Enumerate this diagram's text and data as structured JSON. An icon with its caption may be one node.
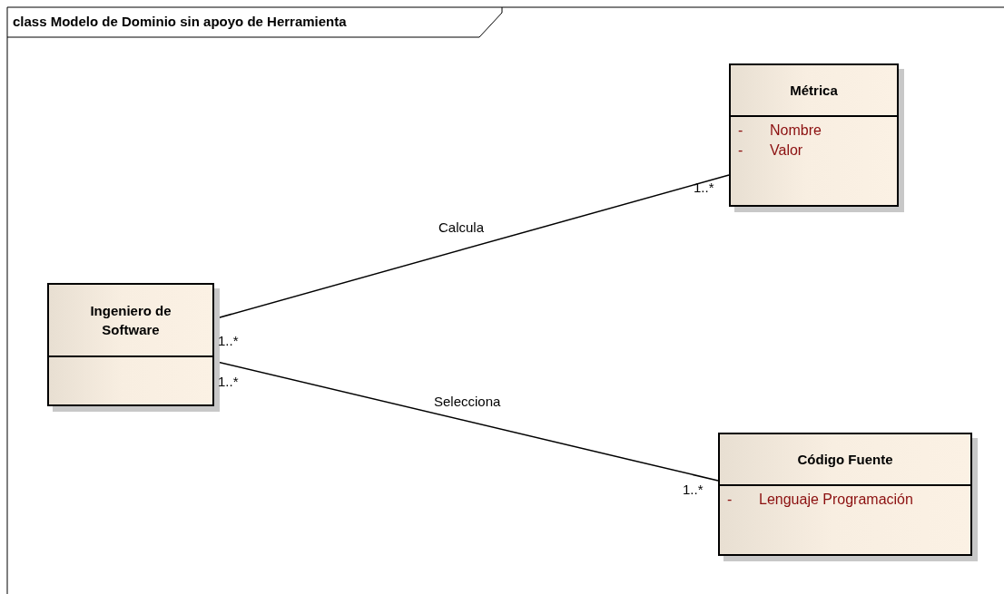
{
  "diagram": {
    "title": "class Modelo de Dominio sin apoyo de Herramienta",
    "nodes": [
      {
        "text": [
          "Ingeniero de Software"
        ]
      },
      {
        "text": [
          "Métrica",
          "-",
          "Nombre",
          "-",
          "Valor"
        ]
      },
      {
        "text": [
          "Código Fuente",
          "-",
          "Lenguaje Programación"
        ]
      }
    ],
    "edges": [
      {
        "from": 0,
        "to": 1,
        "arrow": "none",
        "label": "Calcula"
      },
      {
        "from": 0,
        "to": 2,
        "arrow": "none",
        "label": "Selecciona"
      }
    ],
    "labels": [
      "1..*",
      "1..*",
      "1..*",
      "1..*"
    ]
  }
}
